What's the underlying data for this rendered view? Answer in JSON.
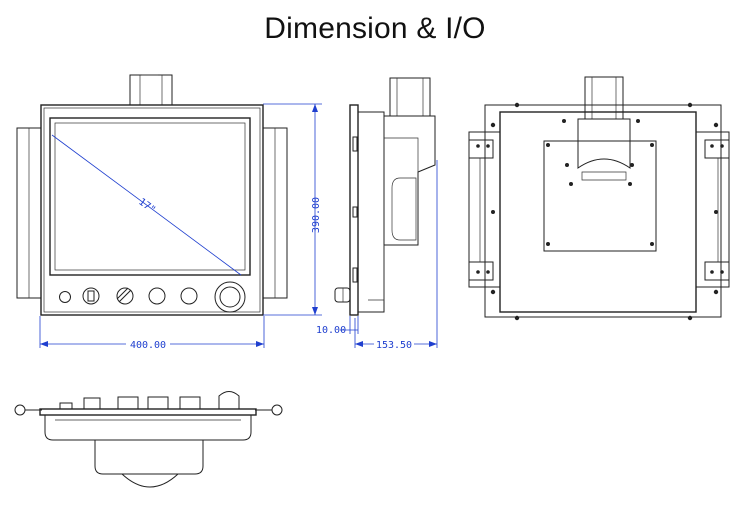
{
  "title": "Dimension & I/O",
  "dimensions": {
    "diagonal": "17\"",
    "height": "390.00",
    "width": "400.00",
    "depth": "153.50",
    "bezel": "10.00"
  }
}
